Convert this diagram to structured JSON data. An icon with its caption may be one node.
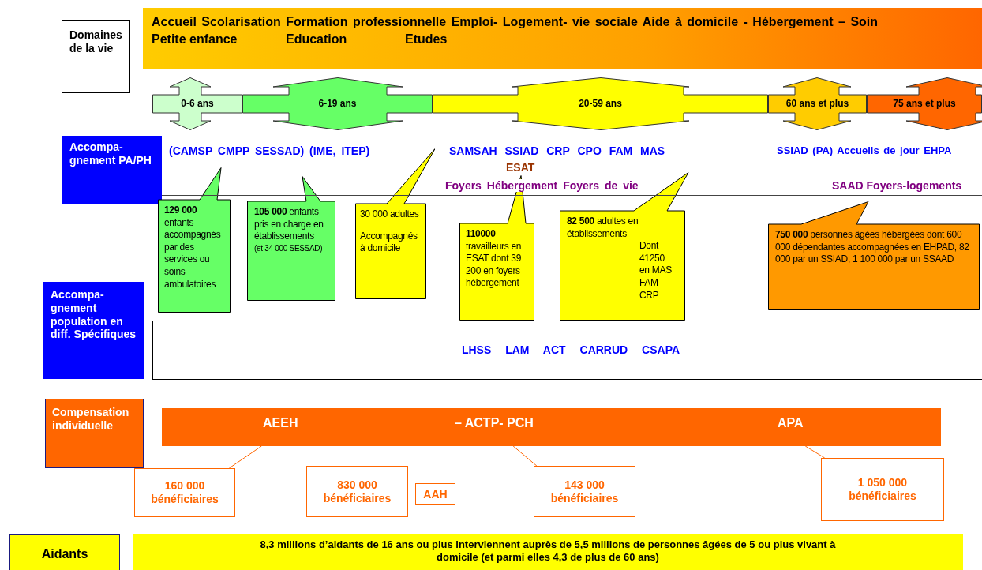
{
  "diagram": {
    "nodes": [
      {
        "text": [
          "Domaines de la vie"
        ]
      },
      {
        "text": [
          "Accueil Scolarisation Formation professionnelle Emploi- Logement- vie sociale Aide à domicile - Hébergement – Soin",
          "Petite enfance",
          "Education",
          "Etudes"
        ]
      },
      {
        "text": [
          "0-6 ans"
        ]
      },
      {
        "text": [
          "6-19 ans"
        ]
      },
      {
        "text": [
          "20-59 ans"
        ]
      },
      {
        "text": [
          "60 ans et plus"
        ]
      },
      {
        "text": [
          "75 ans et plus"
        ]
      },
      {
        "text": [
          "Accompa- gnement PA/PH"
        ]
      },
      {
        "text": [
          "(CAMSP CMPP SESSAD) (IME, ITEP)",
          "SAMSAH SSIAD CRP CPO FAM MAS",
          "SSIAD (PA) Accueils de jour EHPA",
          "ESAT",
          "Foyers Hébergement Foyers de vie",
          "SAAD Foyers-logements"
        ]
      },
      {
        "text": [
          "**129 000** enfants accompagnés par des services ou soins ambulatoires"
        ]
      },
      {
        "text": [
          "**105 000** enfants pris en charge en établissements",
          "(et 34 000 SESSAD)"
        ]
      },
      {
        "text": [
          "30 000 adultes",
          "Accompagnés à domicile"
        ]
      },
      {
        "text": [
          "**110000** travailleurs en ESAT dont 39 200 en foyers hébergement"
        ]
      },
      {
        "text": [
          "**82 500** adultes en établissements",
          "Dont 41250 en MAS FAM CRP"
        ]
      },
      {
        "text": [
          "**750 000** personnes âgées hébergées dont 600 000 dépendantes accompagnées en EHPAD, 82 000 par un SSIAD, 1 100 000 par un SSAAD"
        ]
      },
      {
        "text": [
          "Accompa- gnement population en diff. Spécifiques"
        ]
      },
      {
        "text": [
          "LHSS LAM ACT CARRUD CSAPA"
        ]
      },
      {
        "text": [
          "Compensation individuelle"
        ]
      },
      {
        "text": [
          "AEEH",
          "– ACTP- PCH",
          "APA"
        ]
      },
      {
        "text": [
          "160 000 bénéficiaires"
        ]
      },
      {
        "text": [
          "830 000 bénéficiaires"
        ]
      },
      {
        "text": [
          "AAH"
        ]
      },
      {
        "text": [
          "143 000 bénéficiaires"
        ]
      },
      {
        "text": [
          "1 050 000 bénéficiaires"
        ]
      },
      {
        "text": [
          "Aidants"
        ]
      },
      {
        "text": [
          "8,3 millions d’aidants de 16 ans ou plus interviennent auprès de 5,5 millions de personnes âgées de 5 ou plus vivant à domicile (et parmi elles 4,3 de plus de 60 ans)"
        ]
      }
    ],
    "edges": [
      {
        "from": 19,
        "to": 18,
        "arrow": "none"
      },
      {
        "from": 22,
        "to": 18,
        "arrow": "none"
      },
      {
        "from": 23,
        "to": 18,
        "arrow": "none"
      }
    ]
  }
}
